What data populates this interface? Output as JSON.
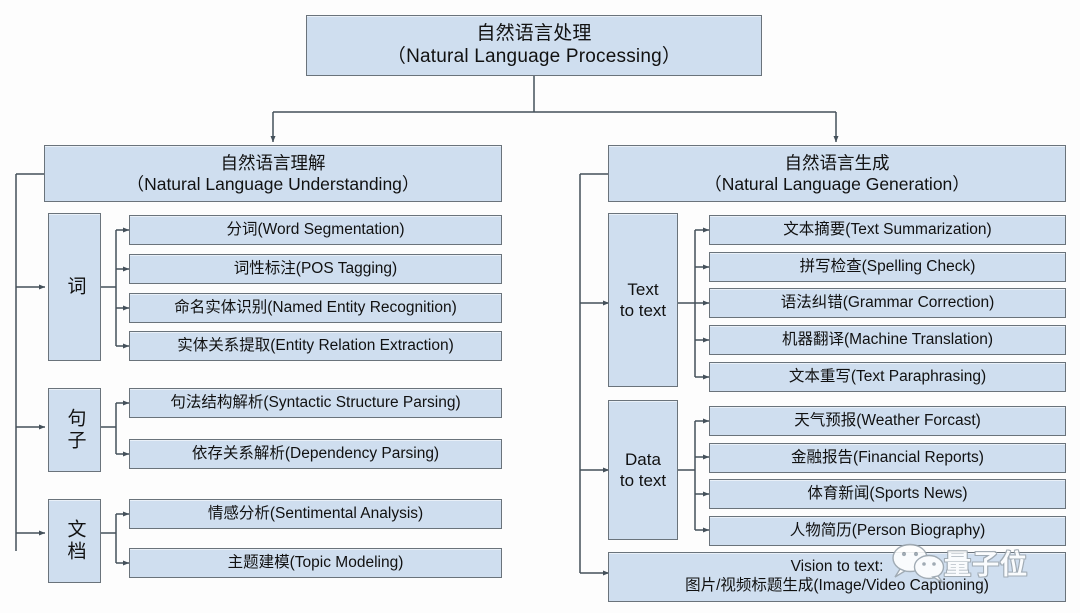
{
  "diagram": {
    "title_cn": "自然语言处理",
    "title_en": "（Natural Language Processing）",
    "watermark_text": "量子位",
    "colors": {
      "node_fill": "#cfdeef",
      "node_border": "#6a737b",
      "wire": "#44505a",
      "background": "#fdfdfd",
      "text": "#111111"
    }
  },
  "root": {
    "line1": "自然语言处理",
    "line2": "（Natural Language Processing）"
  },
  "branches": [
    {
      "id": "nlu",
      "line1": "自然语言理解",
      "line2": "（Natural Language Understanding）",
      "groups": [
        {
          "id": "word",
          "label": "词",
          "orientation": "vertical",
          "leaves": [
            "分词(Word Segmentation)",
            "词性标注(POS Tagging)",
            "命名实体识别(Named Entity Recognition)",
            "实体关系提取(Entity Relation Extraction)"
          ]
        },
        {
          "id": "sentence",
          "label": "句子",
          "orientation": "vertical",
          "leaves": [
            "句法结构解析(Syntactic Structure Parsing)",
            "依存关系解析(Dependency Parsing)"
          ]
        },
        {
          "id": "document",
          "label": "文档",
          "orientation": "vertical",
          "leaves": [
            "情感分析(Sentimental Analysis)",
            "主题建模(Topic Modeling)"
          ]
        }
      ]
    },
    {
      "id": "nlg",
      "line1": "自然语言生成",
      "line2": "（Natural Language Generation）",
      "groups": [
        {
          "id": "text-to-text",
          "label_line1": "Text",
          "label_line2": "to text",
          "orientation": "horizontal",
          "leaves": [
            "文本摘要(Text Summarization)",
            "拼写检查(Spelling Check)",
            "语法纠错(Grammar Correction)",
            "机器翻译(Machine Translation)",
            "文本重写(Text Paraphrasing)"
          ]
        },
        {
          "id": "data-to-text",
          "label_line1": "Data",
          "label_line2": "to text",
          "orientation": "horizontal",
          "leaves": [
            "天气预报(Weather Forcast)",
            "金融报告(Financial Reports)",
            "体育新闻(Sports News)",
            "人物简历(Person Biography)"
          ]
        }
      ],
      "wide_node": {
        "id": "vision-to-text",
        "line1": "Vision to text:",
        "line2": "图片/视频标题生成(Image/Video Captioning)"
      }
    }
  ]
}
